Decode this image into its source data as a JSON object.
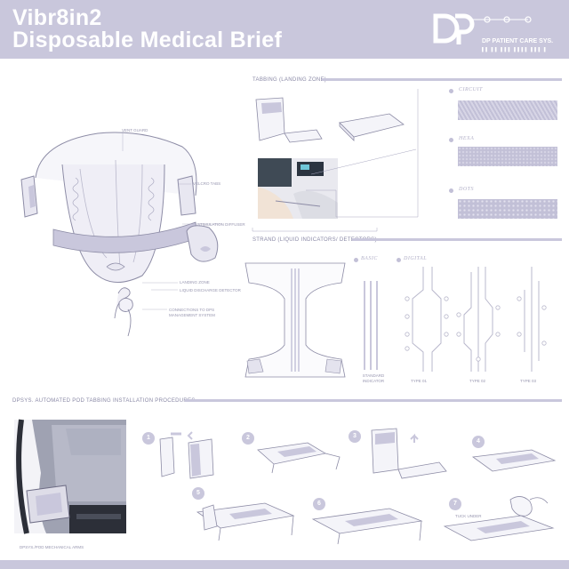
{
  "header": {
    "title_line1": "Vibr8in2",
    "title_line2": "Disposable Medical Brief",
    "brand_name": "DP PATIENT CARE SYS.",
    "brand_sub": "▌▌ ▌▌ ▌▌▌ ▌▌▌▌ ▌▌▌ ▌"
  },
  "sections": {
    "tabbing": "TABBING (LANDING ZONE)",
    "strand": "STRAND (LIQUID INDICATORS/ DETECTORS)",
    "procedures": "DPSYS. AUTOMATED POD TABBING INSTALLATION PROCEDURES"
  },
  "brief_labels": {
    "vent_guard": "VENT GUARD",
    "velcro_tabs": "VELCRO TABS",
    "stimulation_diffuser": "STIMULATION DIFFUSER",
    "landing_zone": "LANDING ZONE",
    "liquid_detector": "LIQUID DISCHARGE DETECTOR",
    "connection": "CONNECTIONS TO DPS MANAGEMENT SYSTEM"
  },
  "patterns": [
    {
      "label": "CIRCUIT"
    },
    {
      "label": "HEXA"
    },
    {
      "label": "DOTS"
    }
  ],
  "strand_types": {
    "basic": "BASIC",
    "digital": "DIGITAL",
    "standard": "STANDARD INDICATOR",
    "type1": "TYPE 01",
    "type2": "TYPE 02",
    "type3": "TYPE 03"
  },
  "machine_caption": "DPSYS./POD MECHANICAL ARMS",
  "steps": [
    "1",
    "2",
    "3",
    "4",
    "5",
    "6",
    "7"
  ],
  "step7_note": "TUCK UNDER",
  "colors": {
    "accent": "#c9c7dc",
    "text": "#6f6e86",
    "line": "#9a99b4"
  }
}
